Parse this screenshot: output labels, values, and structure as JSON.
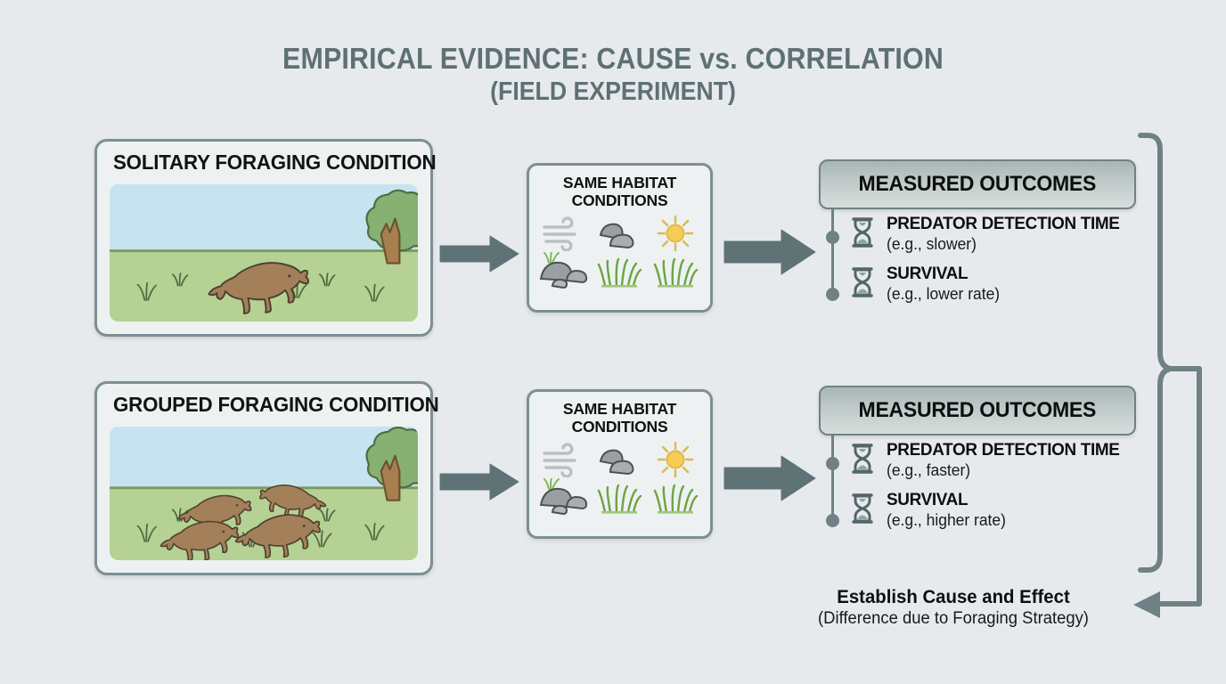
{
  "title": {
    "line1": "EMPIRICAL EVIDENCE: CAUSE vs. CORRELATION",
    "line2": "(FIELD EXPERIMENT)"
  },
  "colors": {
    "background": "#e7eaed",
    "title_text": "#5e7073",
    "panel_border": "#7d8f93",
    "panel_fill": "#eef1f2",
    "arrow": "#5f7377",
    "sky": "#c5e4ef",
    "grass": "#b5d193",
    "ground_line": "#7f9a5e",
    "tree_canopy": "#86b172",
    "tree_trunk": "#a8804f",
    "animal_body": "#a3805a",
    "animal_outline": "#4e4030",
    "rail": "#6f8184",
    "header_gradient_top": "#a9b6b6",
    "header_gradient_bottom": "#d7dddc",
    "sun": "#f5cd55",
    "rock": "#9a9fa2",
    "icon_grass": "#7cb24f"
  },
  "rows": [
    {
      "condition": {
        "title": "SOLITARY FORAGING CONDITION",
        "animal_count": 1,
        "scene_icons": [
          "tree-icon",
          "grass-tuft-icon",
          "animal-icon"
        ]
      },
      "habitat": {
        "title_line1": "SAME HABITAT",
        "title_line2": "CONDITIONS",
        "icons": [
          "wind-icon",
          "rocks-icon",
          "sun-icon",
          "rock-with-grass-icon",
          "grass-icon",
          "grass-icon"
        ]
      },
      "outcomes": {
        "header": "MEASURED OUTCOMES",
        "items": [
          {
            "icon": "hourglass-icon",
            "label": "PREDATOR DETECTION TIME",
            "detail": "(e.g., slower)"
          },
          {
            "icon": "hourglass-icon",
            "label": "SURVIVAL",
            "detail": "(e.g., lower rate)"
          }
        ]
      }
    },
    {
      "condition": {
        "title": "GROUPED FORAGING CONDITION",
        "animal_count": 4,
        "scene_icons": [
          "tree-icon",
          "grass-tuft-icon",
          "animal-icon"
        ]
      },
      "habitat": {
        "title_line1": "SAME HABITAT",
        "title_line2": "CONDITIONS",
        "icons": [
          "wind-icon",
          "rocks-icon",
          "sun-icon",
          "rock-with-grass-icon",
          "grass-icon",
          "grass-icon"
        ]
      },
      "outcomes": {
        "header": "MEASURED OUTCOMES",
        "items": [
          {
            "icon": "hourglass-icon",
            "label": "PREDATOR DETECTION TIME",
            "detail": "(e.g., faster)"
          },
          {
            "icon": "hourglass-icon",
            "label": "SURVIVAL",
            "detail": "(e.g., higher rate)"
          }
        ]
      }
    }
  ],
  "conclusion": {
    "main": "Establish Cause and Effect",
    "sub": "(Difference due to Foraging Strategy)"
  }
}
